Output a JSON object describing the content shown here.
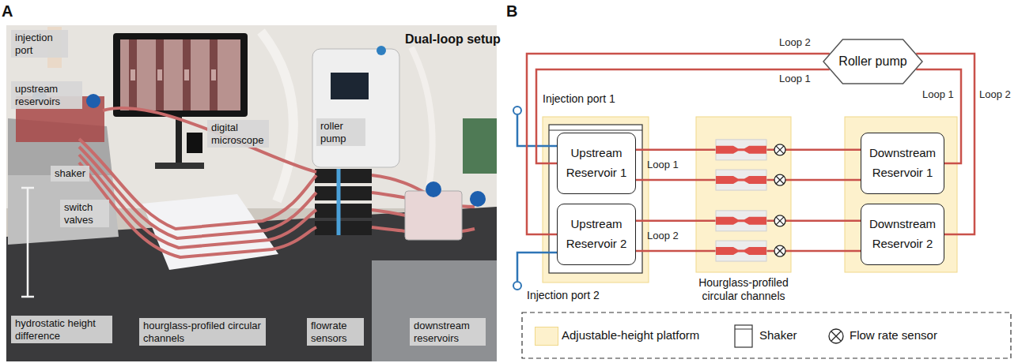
{
  "diagram": {
    "nodes": [
      {
        "text": [
          "Roller pump"
        ]
      },
      {
        "text": [
          "Upstream Reservoir 1"
        ]
      },
      {
        "text": [
          "Upstream Reservoir 2"
        ]
      },
      {
        "text": [
          "Downstream Reservoir 1"
        ]
      },
      {
        "text": [
          "Downstream Reservoir 2"
        ]
      }
    ],
    "edges": [
      {
        "from": 0,
        "to": 1,
        "arrow": "none",
        "label": "Loop 1"
      },
      {
        "from": 0,
        "to": 2,
        "arrow": "none",
        "label": "Loop 2"
      },
      {
        "from": 1,
        "to": 3,
        "arrow": "none",
        "label": "Loop 1"
      },
      {
        "from": 1,
        "to": 3,
        "arrow": "none"
      },
      {
        "from": 2,
        "to": 4,
        "arrow": "none",
        "label": "Loop 2"
      },
      {
        "from": 2,
        "to": 4,
        "arrow": "none"
      },
      {
        "from": 3,
        "to": 0,
        "arrow": "none",
        "label": "Loop 1"
      },
      {
        "from": 4,
        "to": 0,
        "arrow": "none",
        "label": "Loop 2"
      }
    ],
    "labels": [
      "A",
      "Dual-loop setup",
      "injection port",
      "upstream reservoirs",
      "shaker",
      "switch valves",
      "hydrostatic height difference",
      "digital microscope",
      "roller pump",
      "hourglass-profiled circular channels",
      "flowrate sensors",
      "downstream reservoirs",
      "B",
      "Injection port 1",
      "Injection port 2",
      "Hourglass-profiled circular channels"
    ],
    "legend": [
      {
        "text": "Adjustable-height platform",
        "color": "#fdf1cc"
      },
      {
        "text": "Shaker"
      },
      {
        "text": "Flow rate sensor"
      }
    ]
  }
}
